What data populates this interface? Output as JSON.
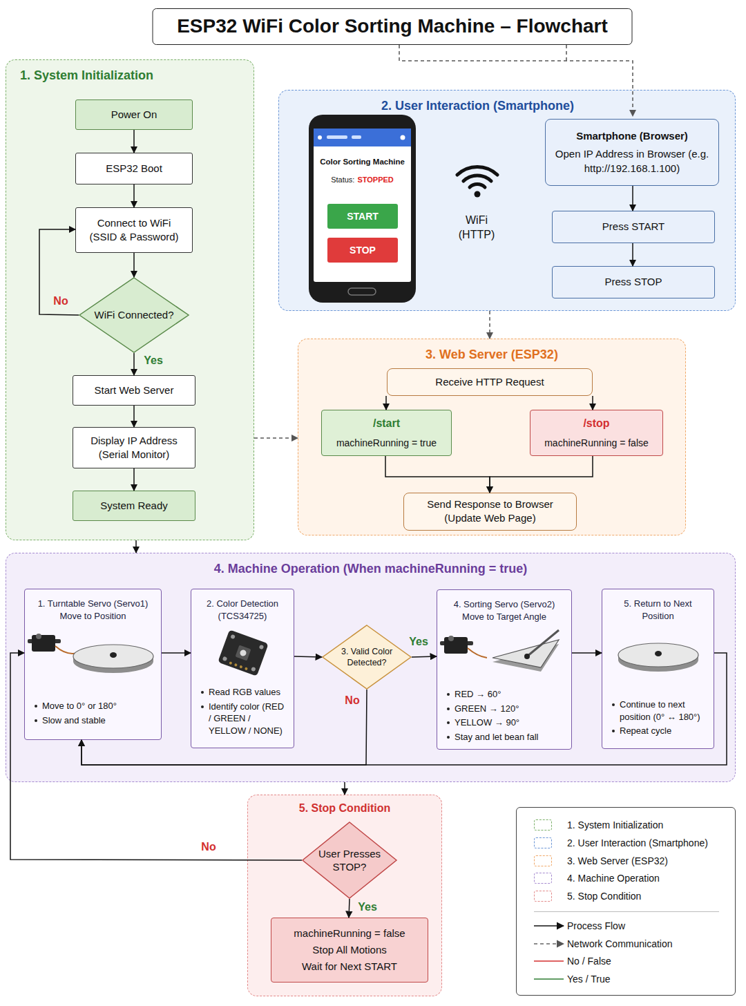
{
  "diagram": {
    "title": "ESP32 WiFi Color Sorting Machine – Flowchart",
    "nodes": [
      {
        "text": [
          "1. System Initialization"
        ]
      },
      {
        "text": [
          "Power On"
        ],
        "in": 0
      },
      {
        "text": [
          "ESP32 Boot"
        ],
        "in": 0
      },
      {
        "text": [
          "Connect to WiFi (SSID & Password)"
        ],
        "in": 0
      },
      {
        "text": [
          "WiFi Connected?"
        ],
        "in": 0
      },
      {
        "text": [
          "Start Web Server"
        ],
        "in": 0
      },
      {
        "text": [
          "Display IP Address (Serial Monitor)"
        ],
        "in": 0
      },
      {
        "text": [
          "System Ready"
        ],
        "in": 0
      },
      {
        "text": [
          "2. User Interaction (Smartphone)"
        ]
      },
      {
        "text": [
          "Color Sorting Machine",
          "Status:",
          "STOPPED"
        ],
        "in": 8
      },
      {
        "text": [
          "START"
        ],
        "in": 9
      },
      {
        "text": [
          "STOP"
        ],
        "in": 9
      },
      {
        "text": [
          "Smartphone (Browser)",
          "Open IP Address in Browser (e.g. http://192.168.1.100)"
        ],
        "in": 8
      },
      {
        "text": [
          "Press START"
        ],
        "in": 8
      },
      {
        "text": [
          "Press STOP"
        ],
        "in": 8
      },
      {
        "text": [
          "3. Web Server (ESP32)"
        ]
      },
      {
        "text": [
          "Receive HTTP Request"
        ],
        "in": 15
      },
      {
        "text": [
          "/start",
          "machineRunning = true"
        ],
        "in": 15
      },
      {
        "text": [
          "/stop",
          "machineRunning = false"
        ],
        "in": 15
      },
      {
        "text": [
          "Send Response to Browser (Update Web Page)"
        ],
        "in": 15
      },
      {
        "text": [
          "4. Machine Operation (When machineRunning = true)"
        ]
      },
      {
        "text": [
          "1. Turntable Servo (Servo1) Move to Position",
          "Move to 0° or 180°",
          "Slow and stable"
        ],
        "in": 20
      },
      {
        "text": [
          "2. Color Detection (TCS34725)",
          "Read RGB values",
          "Identify color (RED / GREEN / YELLOW / NONE)"
        ],
        "in": 20
      },
      {
        "text": [
          "3. Valid Color Detected?"
        ],
        "in": 20
      },
      {
        "text": [
          "4. Sorting Servo (Servo2) Move to Target Angle",
          "RED → 60°",
          "GREEN → 120°",
          "YELLOW → 90°",
          "Stay and let bean fall"
        ],
        "in": 20
      },
      {
        "text": [
          "5. Return to Next Position",
          "Continue to next position (0° ↔ 180°)",
          "Repeat cycle"
        ],
        "in": 20
      },
      {
        "text": [
          "5. Stop Condition"
        ]
      },
      {
        "text": [
          "User Presses STOP?"
        ],
        "in": 26
      },
      {
        "text": [
          "machineRunning = false",
          "Stop All Motions",
          "Wait for Next START"
        ],
        "in": 26
      }
    ],
    "edges": [
      {
        "from": 1,
        "to": 2,
        "arrow": "to"
      },
      {
        "from": 2,
        "to": 3,
        "arrow": "to"
      },
      {
        "from": 3,
        "to": 4,
        "arrow": "to"
      },
      {
        "from": 4,
        "to": 3,
        "label": "No",
        "arrow": "to"
      },
      {
        "from": 4,
        "to": 5,
        "label": "Yes",
        "arrow": "to"
      },
      {
        "from": 5,
        "to": 6,
        "arrow": "to"
      },
      {
        "from": 6,
        "to": 7,
        "arrow": "to"
      },
      {
        "from": 0,
        "to": 15,
        "arrow": "to"
      },
      {
        "from": 8,
        "to": 15,
        "arrow": "to"
      },
      {
        "from": 12,
        "to": 13,
        "arrow": "to"
      },
      {
        "from": 13,
        "to": 14,
        "arrow": "to"
      },
      {
        "from": 16,
        "to": 17,
        "arrow": "to"
      },
      {
        "from": 16,
        "to": 18,
        "arrow": "to"
      },
      {
        "from": 17,
        "to": 19,
        "arrow": "to"
      },
      {
        "from": 18,
        "to": 19,
        "arrow": "to"
      },
      {
        "from": 0,
        "to": 20,
        "arrow": "to"
      },
      {
        "from": 21,
        "to": 22,
        "arrow": "to"
      },
      {
        "from": 22,
        "to": 23,
        "arrow": "to"
      },
      {
        "from": 23,
        "to": 24,
        "label": "Yes",
        "arrow": "to"
      },
      {
        "from": 23,
        "to": 21,
        "label": "No",
        "arrow": "to"
      },
      {
        "from": 24,
        "to": 25,
        "arrow": "to"
      },
      {
        "from": 25,
        "to": 21,
        "arrow": "to"
      },
      {
        "from": 20,
        "to": 26,
        "arrow": "to"
      },
      {
        "from": 27,
        "to": 21,
        "label": "No",
        "arrow": "to"
      },
      {
        "from": 27,
        "to": 28,
        "label": "Yes",
        "arrow": "to"
      }
    ],
    "labels": [
      "WiFi (HTTP)"
    ],
    "legend": [
      {
        "text": "1. System Initialization",
        "color": "#7bb069"
      },
      {
        "text": "2. User Interaction (Smartphone)",
        "color": "#6a95d6"
      },
      {
        "text": "3. Web Server (ESP32)",
        "color": "#f0a868"
      },
      {
        "text": "4. Machine Operation",
        "color": "#a58ad0"
      },
      {
        "text": "5. Stop Condition",
        "color": "#e38a8a"
      },
      {
        "text": "Process Flow"
      },
      {
        "text": "Network Communication"
      },
      {
        "text": "No / False"
      },
      {
        "text": "Yes / True"
      }
    ]
  }
}
